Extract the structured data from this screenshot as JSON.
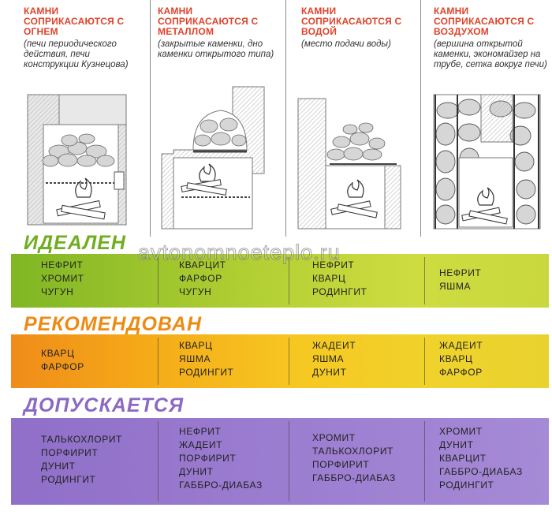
{
  "columns": [
    {
      "title": "КАМНИ СОПРИКАСАЮТСЯ С ОГНЕМ",
      "note": "(печи периодического действия, печи конструкции Кузнецова)"
    },
    {
      "title": "КАМНИ СОПРИКАСАЮТСЯ С МЕТАЛЛОМ",
      "note": "(закрытые каменки, дно каменки открытого типа)"
    },
    {
      "title": "КАМНИ СОПРИКАСАЮТСЯ С ВОДОЙ",
      "note": "(место подачи воды)"
    },
    {
      "title": "КАМНИ СОПРИКАСАЮТСЯ С ВОЗДУХОМ",
      "note": "(вершина открытой каменки, экономайзер на трубе, сетка вокруг печи)"
    }
  ],
  "watermark": "avtonomnoeteplo.ru",
  "categories": [
    {
      "label": "ИДЕАЛЕН",
      "label_color": "#6fae1e",
      "cells": [
        [
          "НЕФРИТ",
          "ХРОМИТ",
          "ЧУГУН"
        ],
        [
          "КВАРЦИТ",
          "ФАРФОР",
          "ЧУГУН"
        ],
        [
          "НЕФРИТ",
          "КВАРЦ",
          "РОДИНГИТ"
        ],
        [
          "НЕФРИТ",
          "ЯШМА"
        ]
      ]
    },
    {
      "label": "РЕКОМЕНДОВАН",
      "label_color": "#ee8a12",
      "cells": [
        [
          "КВАРЦ",
          "ФАРФОР"
        ],
        [
          "КВАРЦ",
          "ЯШМА",
          "РОДИНГИТ"
        ],
        [
          "ЖАДЕИТ",
          "ЯШМА",
          "ДУНИТ"
        ],
        [
          "ЖАДЕИТ",
          "КВАРЦ",
          "ФАРФОР"
        ]
      ]
    },
    {
      "label": "ДОПУСКАЕТСЯ",
      "label_color": "#8a69c4",
      "cells": [
        [
          "ТАЛЬКОХЛОРИТ",
          "ПОРФИРИТ",
          "ДУНИТ",
          "РОДИНГИТ"
        ],
        [
          "НЕФРИТ",
          "ЖАДЕИТ",
          "ПОРФИРИТ",
          "ДУНИТ",
          "ГАББРО-ДИАБАЗ"
        ],
        [
          "ХРОМИТ",
          "ТАЛЬКОХЛОРИТ",
          "ПОРФИРИТ",
          "ГАББРО-ДИАБАЗ"
        ],
        [
          "ХРОМИТ",
          "ДУНИТ",
          "КВАРЦИТ",
          "ГАББРО-ДИАБАЗ",
          "РОДИНГИТ"
        ]
      ]
    }
  ]
}
